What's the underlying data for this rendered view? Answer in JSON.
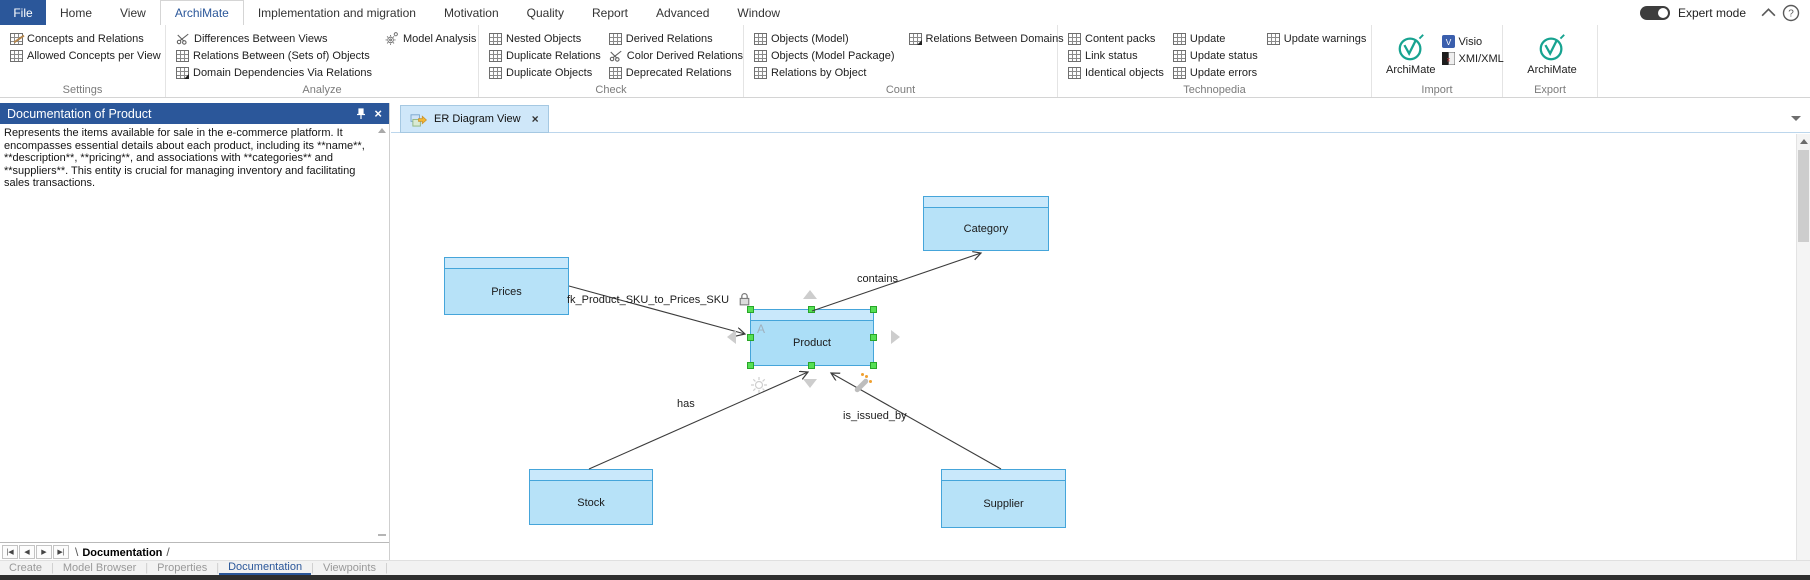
{
  "menubar": {
    "file": "File",
    "tabs": [
      "Home",
      "View",
      "ArchiMate",
      "Implementation and migration",
      "Motivation",
      "Quality",
      "Report",
      "Advanced",
      "Window"
    ],
    "active_tab": "ArchiMate",
    "expert_mode": "Expert mode"
  },
  "ribbon": {
    "groups": {
      "settings": {
        "label": "Settings",
        "items": [
          "Concepts and Relations",
          "Allowed Concepts per View"
        ]
      },
      "analyze": {
        "label": "Analyze",
        "items": [
          "Differences Between Views",
          "Relations Between (Sets of) Objects",
          "Domain Dependencies Via Relations",
          "Model Analysis"
        ]
      },
      "check": {
        "label": "Check",
        "items": [
          "Nested Objects",
          "Duplicate Relations",
          "Duplicate Objects",
          "Derived Relations",
          "Color Derived Relations",
          "Deprecated Relations"
        ]
      },
      "count": {
        "label": "Count",
        "items": [
          "Objects (Model)",
          "Objects (Model Package)",
          "Relations by Object",
          "Relations Between Domains"
        ]
      },
      "technopedia": {
        "label": "Technopedia",
        "items": [
          "Content packs",
          "Link status",
          "Identical objects",
          "Update",
          "Update status",
          "Update errors",
          "Update warnings"
        ]
      },
      "import": {
        "label": "Import",
        "items": [
          "ArchiMate",
          "Visio",
          "XMI/XML"
        ]
      },
      "export": {
        "label": "Export",
        "items": [
          "ArchiMate"
        ]
      }
    }
  },
  "doc_panel": {
    "title": "Documentation of Product",
    "body": "Represents the items available for sale in the e-commerce platform. It encompasses essential details about each product, including its **name**, **description**, **pricing**, and associations with **categories** and **suppliers**. This entity is crucial for managing inventory and facilitating sales transactions.",
    "sheet_tab": "Documentation"
  },
  "bottom_bar": {
    "tabs": [
      "Create",
      "Model Browser",
      "Properties",
      "Documentation",
      "Viewpoints"
    ],
    "active": "Documentation"
  },
  "diagram": {
    "view_tab": "ER Diagram View",
    "entities": [
      {
        "name": "Category"
      },
      {
        "name": "Prices"
      },
      {
        "name": "Product",
        "selected": true
      },
      {
        "name": "Stock"
      },
      {
        "name": "Supplier"
      }
    ],
    "relations": [
      {
        "label": "fk_Product_SKU_to_Prices_SKU"
      },
      {
        "label": "contains"
      },
      {
        "label": "has"
      },
      {
        "label": "is_issued_by"
      }
    ],
    "product_overlay_letter": "A"
  },
  "colors": {
    "accent_blue": "#2b579a",
    "entity_fill": "#b7e2f8",
    "entity_border": "#45a5da",
    "selection_green": "#55df55"
  }
}
